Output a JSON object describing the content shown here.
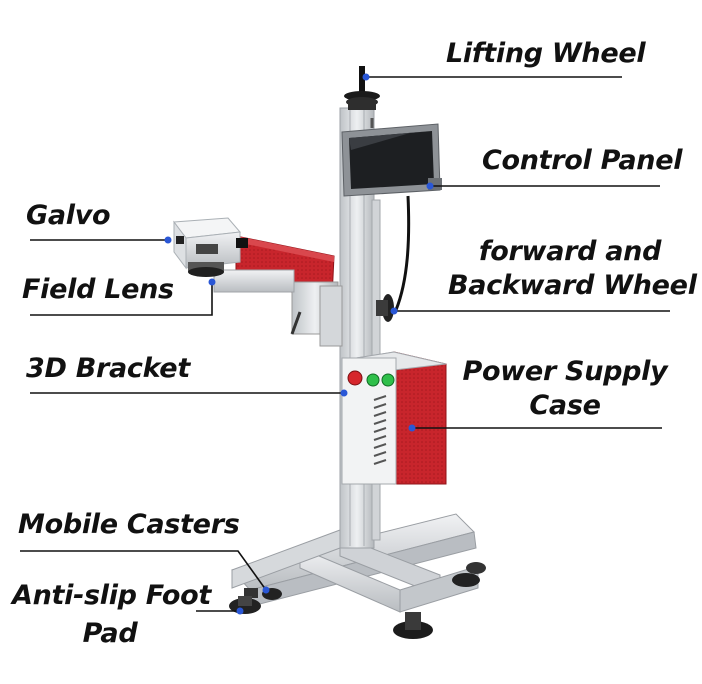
{
  "labels": {
    "lifting_wheel": "Lifting Wheel",
    "control_panel": "Control Panel",
    "galvo": "Galvo",
    "field_lens": "Field Lens",
    "forward_wheel_line1": "forward and",
    "forward_wheel_line2": "Backward Wheel",
    "bracket_3d": "3D Bracket",
    "power_supply_line1": "Power Supply",
    "power_supply_line2": "Case",
    "mobile_casters": "Mobile Casters",
    "foot_pad_line1": "Anti-slip Foot",
    "foot_pad_line2": "Pad"
  },
  "colors": {
    "machine_red": "#c8252c",
    "frame_silver": "#d9dcdf",
    "pointer_dot": "#2a57d6",
    "leader_line": "#111111"
  },
  "icons": {
    "power_button": "red-power-button-icon",
    "start_button_1": "green-button-icon",
    "start_button_2": "green-button-icon"
  }
}
